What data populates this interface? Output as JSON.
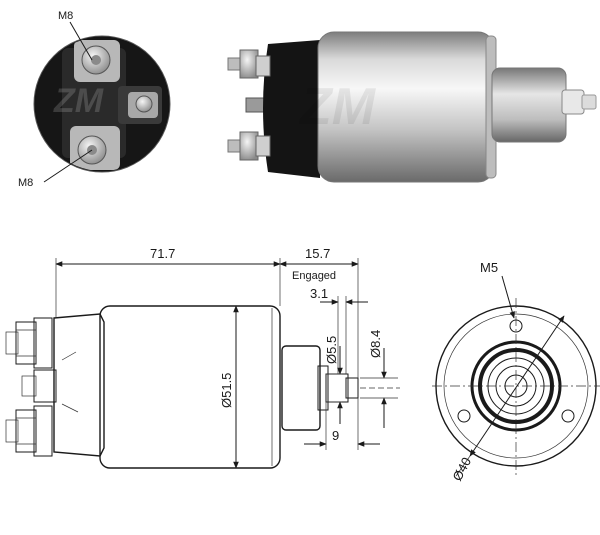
{
  "photo_labels": {
    "top_terminal": "M8",
    "bottom_terminal": "M8"
  },
  "side_view": {
    "body_length": "71.7",
    "plunger_length": "15.7",
    "state_label": "Engaged",
    "stroke": "3.1",
    "diameter_small": "Ø5.5",
    "diameter_plunger": "Ø8.4",
    "diameter_body": "Ø51.5",
    "tip_length": "9"
  },
  "front_view": {
    "thread": "M5",
    "bolt_circle": "Ø40"
  }
}
